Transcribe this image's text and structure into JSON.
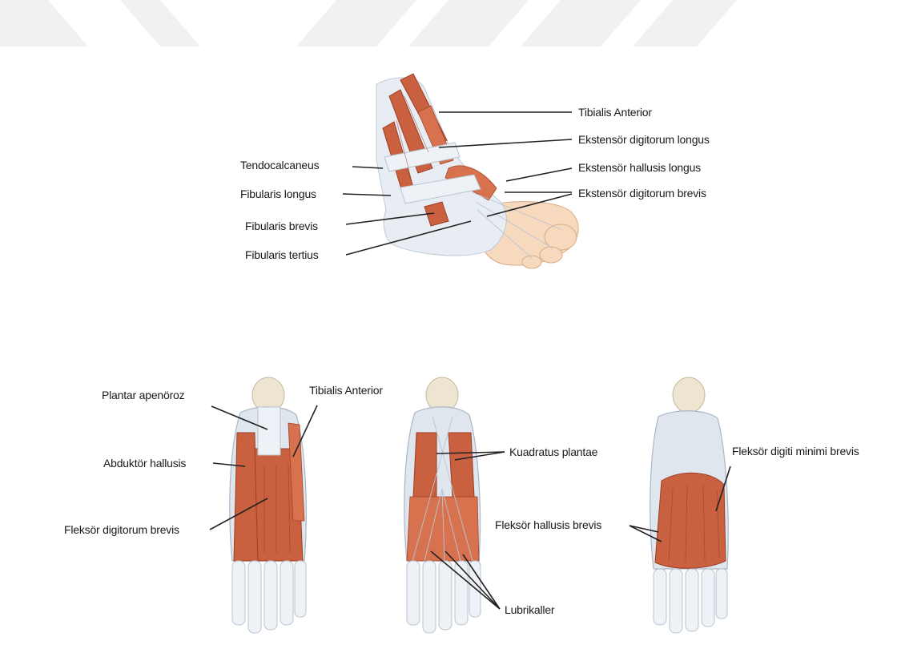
{
  "figure": {
    "top_view_labels": {
      "tibialis_anterior": "Tibialis Anterior",
      "ekstensor_digitorum_longus": "Ekstensör digitorum longus",
      "ekstensor_hallusis_longus": "Ekstensör hallusis longus",
      "ekstensor_digitorum_brevis": "Ekstensör digitorum brevis",
      "tendocalcaneus": "Tendocalcaneus",
      "fibularis_longus": "Fibularis longus",
      "fibularis_brevis": "Fibularis brevis",
      "fibularis_tertius": "Fibularis tertius"
    },
    "plantar_view_labels": {
      "plantar_aponeuroz": "Plantar apenöroz",
      "tibialis_anterior": "Tibialis Anterior",
      "abduktor_hallusis": "Abduktör hallusis",
      "fleksor_digitorum_brevis": "Fleksör digitorum brevis",
      "kuadratus_plantae": "Kuadratus plantae",
      "lubrikaller": "Lubrikaller",
      "fleksor_digiti_minimi_brevis": "Fleksör digiti minimi brevis",
      "fleksor_hallusis_brevis": "Fleksör hallusis brevis"
    }
  },
  "colors": {
    "muscle": "#c9603f",
    "bone": "#dfe6ee",
    "skin": "#f7d9bd",
    "watermark": "#f2f2f2"
  }
}
